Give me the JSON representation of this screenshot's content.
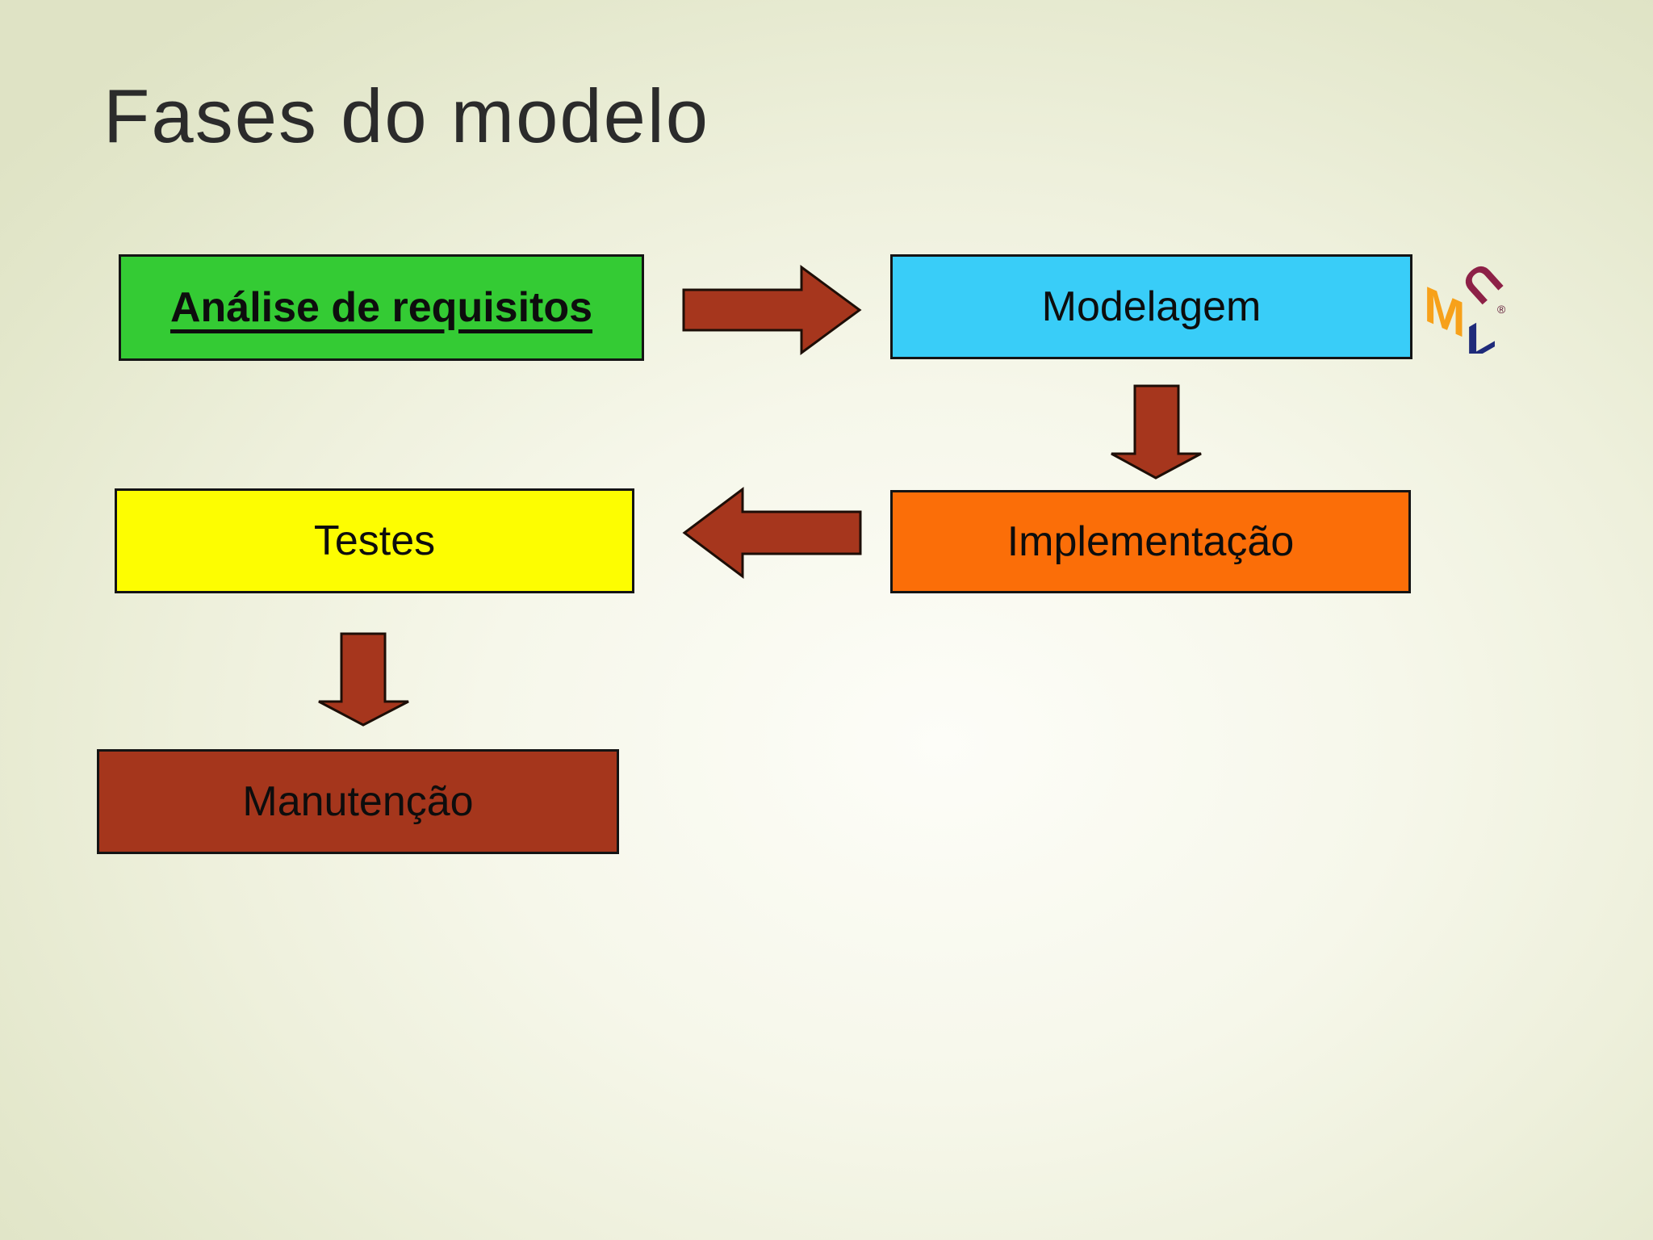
{
  "slide": {
    "title": "Fases do modelo",
    "background": {
      "center": "#fdfdf8",
      "mid": "#eef0dc",
      "edge": "#dfe3c5"
    },
    "title_color": "#2b2b2b"
  },
  "diagram": {
    "type": "flowchart",
    "arrow_color": "#A6361D",
    "border_color": "#141414",
    "nodes": [
      {
        "id": "analise",
        "label": "Análise de requisitos",
        "fill": "#34CB34",
        "text_style": "bold-underline"
      },
      {
        "id": "modelagem",
        "label": "Modelagem",
        "fill": "#39CDF8",
        "text_style": "regular"
      },
      {
        "id": "implementacao",
        "label": "Implementação",
        "fill": "#FB6E08",
        "text_style": "regular"
      },
      {
        "id": "testes",
        "label": "Testes",
        "fill": "#FDFD01",
        "text_style": "regular"
      },
      {
        "id": "manutencao",
        "label": "Manutenção",
        "fill": "#A5361C",
        "text_style": "regular"
      }
    ],
    "arrows": [
      {
        "from": "analise",
        "to": "modelagem",
        "direction": "right"
      },
      {
        "from": "modelagem",
        "to": "implementacao",
        "direction": "down"
      },
      {
        "from": "implementacao",
        "to": "testes",
        "direction": "left"
      },
      {
        "from": "testes",
        "to": "manutencao",
        "direction": "down"
      }
    ]
  },
  "uml_logo": {
    "letters": [
      {
        "char": "U",
        "color": "#8D2147"
      },
      {
        "char": "M",
        "color": "#F7A11A"
      },
      {
        "char": "L",
        "color": "#1F2B7A"
      }
    ],
    "registered_mark": "®",
    "registered_color": "#5a1030"
  }
}
